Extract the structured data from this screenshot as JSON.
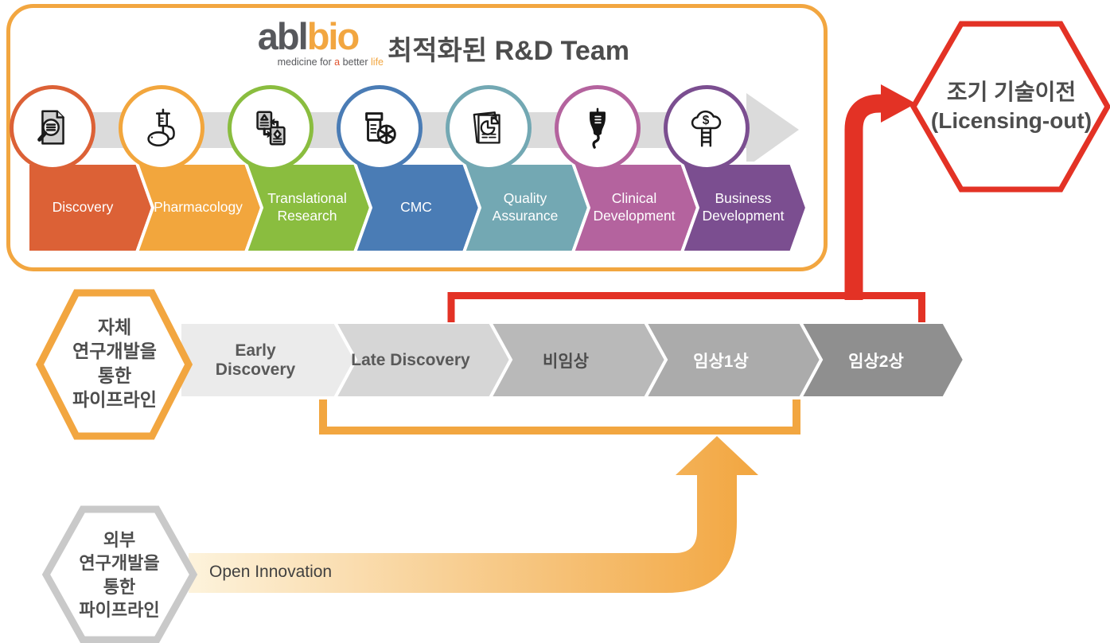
{
  "colors": {
    "orange": "#F2A640",
    "open_innovation_light": "#FDF3DC",
    "red": "#E33225",
    "gray_band": "#DBDBDB",
    "external_hex_border": "#C9C9C9",
    "heading_text": "#4D4D4D"
  },
  "team_box": {
    "logo": {
      "wordmark_part1": "abl",
      "wordmark_part2": "bio",
      "tagline_part1": "medicine for ",
      "tagline_part2": "a",
      "tagline_part3": " better ",
      "tagline_part4": "life"
    },
    "title": "최적화된 R&D Team",
    "steps": [
      {
        "label": "Discovery",
        "color": "#DC6136",
        "icon": "document-search-icon"
      },
      {
        "label": "Pharmacology",
        "color": "#F2A63D",
        "icon": "mouse-syringe-icon"
      },
      {
        "label": "Translational Research",
        "color": "#8ABD3F",
        "icon": "document-transfer-icon"
      },
      {
        "label": "CMC",
        "color": "#4A7CB5",
        "icon": "pill-bottle-icon"
      },
      {
        "label": "Quality Assurance",
        "color": "#73A8B3",
        "icon": "quality-report-icon"
      },
      {
        "label": "Clinical Development",
        "color": "#B4639E",
        "icon": "iv-bag-icon"
      },
      {
        "label": "Business Development",
        "color": "#7B4E90",
        "icon": "cloud-funding-icon"
      }
    ]
  },
  "licensing_hexagon": {
    "line1": "조기 기술이전",
    "line2": "(Licensing-out)"
  },
  "internal_pipeline": {
    "hexagon_lines": [
      "자체",
      "연구개발을",
      "통한",
      "파이프라인"
    ],
    "stages": [
      {
        "label": "Early Discovery",
        "color": "#EBEBEB",
        "text_color": "#595959"
      },
      {
        "label": "Late Discovery",
        "color": "#D6D6D6",
        "text_color": "#595959"
      },
      {
        "label": "비임상",
        "color": "#B9B9B9",
        "text_color": "#4D4D4D"
      },
      {
        "label": "임상1상",
        "color": "#ABABAB",
        "text_color": "#FFFFFF"
      },
      {
        "label": "임상2상",
        "color": "#8F8F8F",
        "text_color": "#FFFFFF"
      }
    ]
  },
  "external_pipeline": {
    "hexagon_lines": [
      "외부",
      "연구개발을",
      "통한",
      "파이프라인"
    ],
    "flow_label": "Open Innovation"
  }
}
